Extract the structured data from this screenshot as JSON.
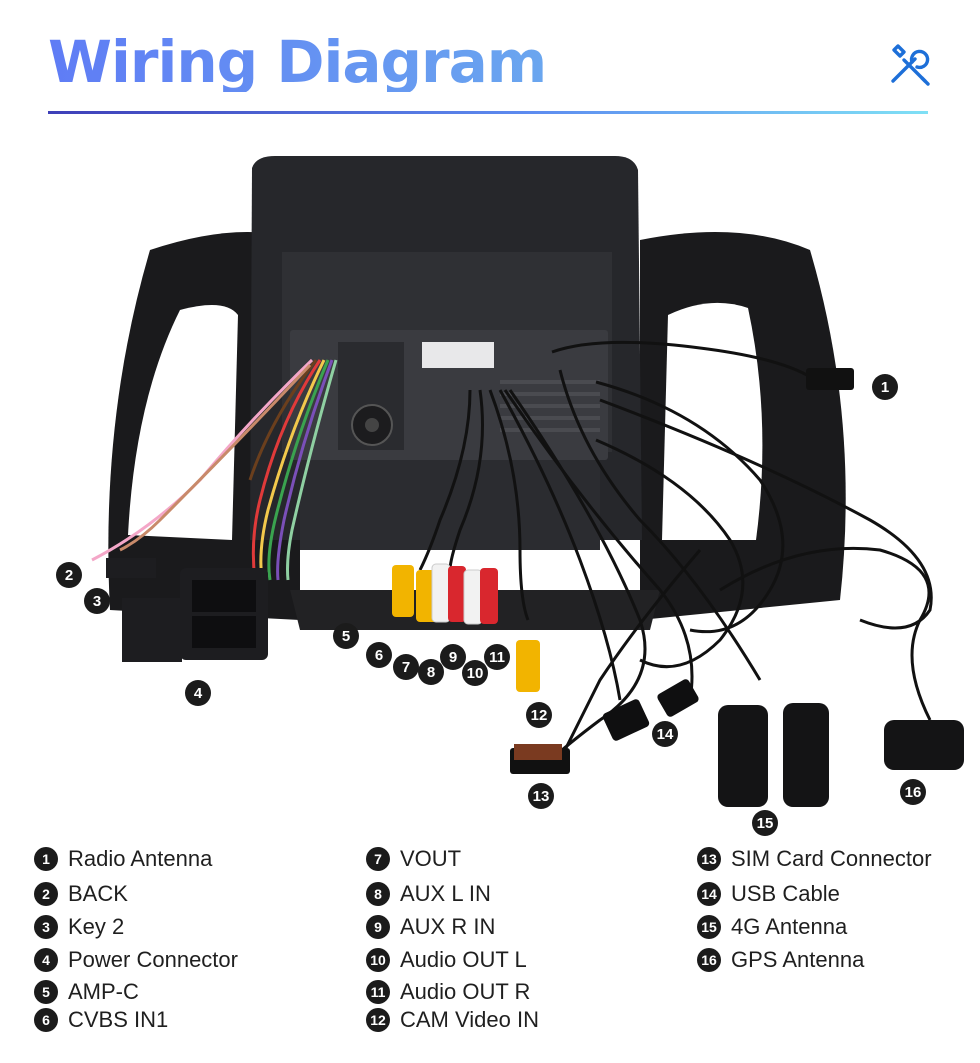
{
  "header": {
    "title": "Wiring Diagram"
  },
  "icons": {
    "tools": "wrench-screwdriver-icon"
  },
  "colors": {
    "title_start": "#5f7cf5",
    "title_end": "#6aa6ef",
    "accent": "#1d6fd8"
  },
  "callouts": [
    "1",
    "2",
    "3",
    "4",
    "5",
    "6",
    "7",
    "8",
    "9",
    "10",
    "11",
    "12",
    "13",
    "14",
    "15",
    "16"
  ],
  "legend": [
    {
      "num": "1",
      "label": "Radio Antenna"
    },
    {
      "num": "2",
      "label": "BACK"
    },
    {
      "num": "3",
      "label": "Key 2"
    },
    {
      "num": "4",
      "label": "Power Connector"
    },
    {
      "num": "5",
      "label": "AMP-C"
    },
    {
      "num": "6",
      "label": "CVBS IN1"
    },
    {
      "num": "7",
      "label": "VOUT"
    },
    {
      "num": "8",
      "label": "AUX L IN"
    },
    {
      "num": "9",
      "label": "AUX R IN"
    },
    {
      "num": "10",
      "label": "Audio OUT L"
    },
    {
      "num": "11",
      "label": "Audio OUT R"
    },
    {
      "num": "12",
      "label": "CAM Video IN"
    },
    {
      "num": "13",
      "label": "SIM Card Connector"
    },
    {
      "num": "14",
      "label": "USB Cable"
    },
    {
      "num": "15",
      "label": "4G Antenna"
    },
    {
      "num": "16",
      "label": "GPS Antenna"
    }
  ]
}
